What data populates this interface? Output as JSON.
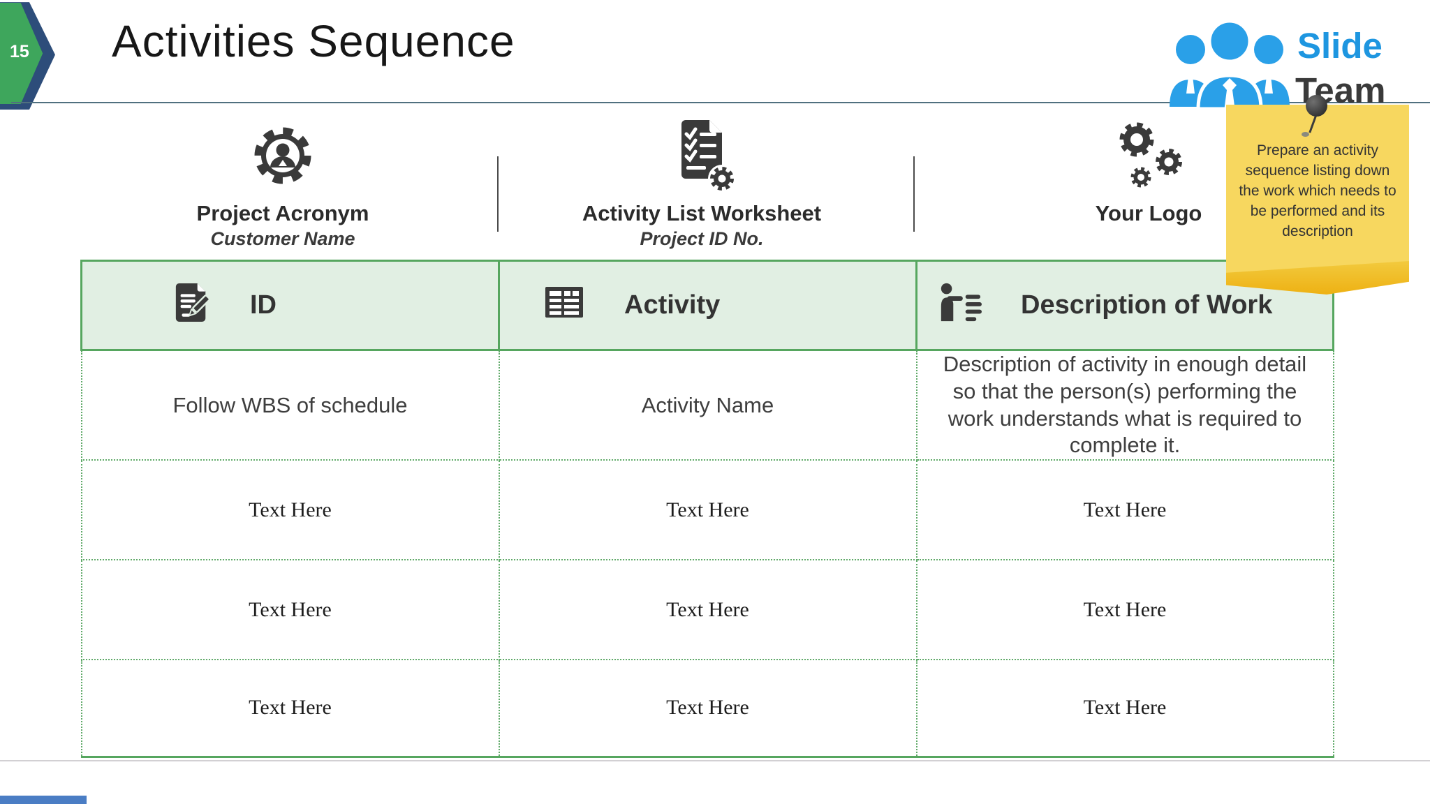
{
  "slide": {
    "number": "15",
    "title": "Activities Sequence"
  },
  "logo": {
    "word1": "Slide",
    "word2": "Team",
    "icon": "team-people-icon"
  },
  "sticky_note": {
    "icon": "push-pin-icon",
    "text": "Prepare an activity sequence listing down the work which needs to be performed and its description"
  },
  "info_items": [
    {
      "icon": "gear-person-icon",
      "title": "Project Acronym",
      "subtitle": "Customer Name"
    },
    {
      "icon": "checklist-gear-icon",
      "title": "Activity List Worksheet",
      "subtitle": "Project ID No."
    },
    {
      "icon": "three-gears-icon",
      "title": "Your Logo",
      "subtitle": ""
    }
  ],
  "table": {
    "columns": [
      {
        "icon": "document-pencil-icon",
        "label": "ID"
      },
      {
        "icon": "spreadsheet-icon",
        "label": "Activity"
      },
      {
        "icon": "person-list-icon",
        "label": "Description of Work"
      }
    ],
    "rows": [
      [
        "Follow WBS of schedule",
        "Activity Name",
        "Description of activity in enough detail so that the person(s) performing the work understands what is required to complete it."
      ],
      [
        "Text Here",
        "Text Here",
        "Text Here"
      ],
      [
        "Text Here",
        "Text Here",
        "Text Here"
      ],
      [
        "Text Here",
        "Text Here",
        "Text Here"
      ]
    ]
  },
  "colors": {
    "accent_green": "#56a65f",
    "table_header_bg": "#e1efe3",
    "chevron_green": "#3ea65c",
    "chevron_navy": "#2d4d7a",
    "note_yellow": "#f7d75f",
    "logo_blue": "#2aa0e8",
    "progress_bar_blue": "#4a7dc4"
  }
}
